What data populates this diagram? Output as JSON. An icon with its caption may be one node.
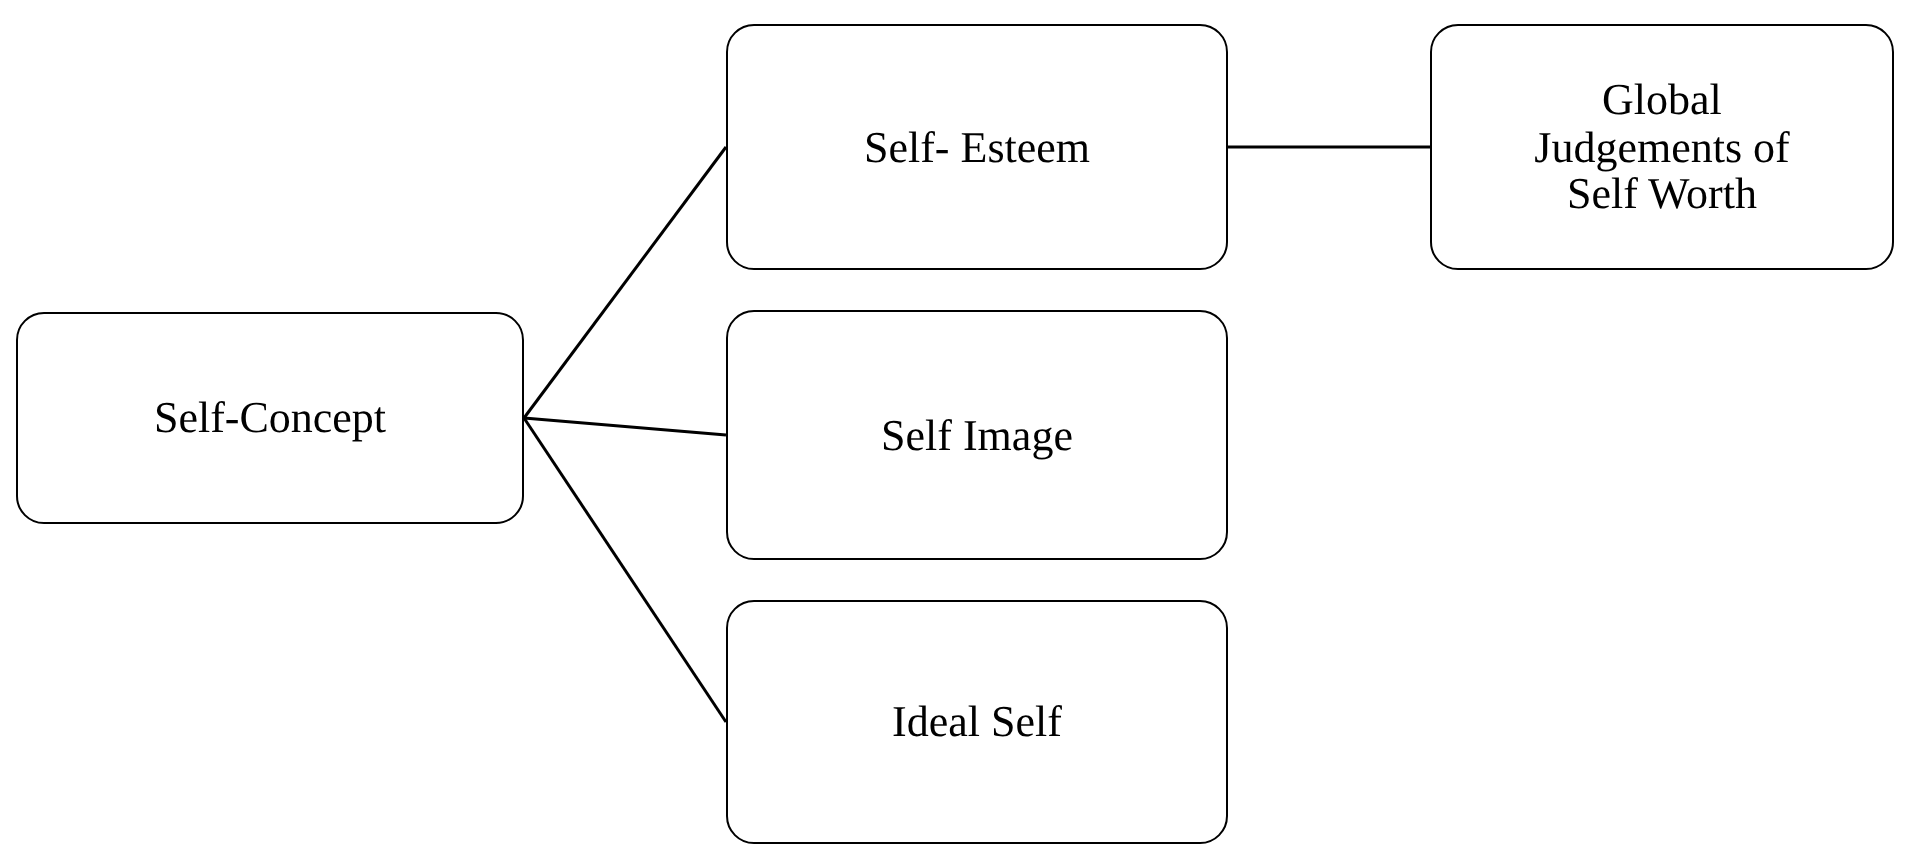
{
  "diagram": {
    "nodes": [
      {
        "text": [
          "Self-Concept"
        ]
      },
      {
        "text": [
          "Self- Esteem"
        ]
      },
      {
        "text": [
          "Self Image"
        ]
      },
      {
        "text": [
          "Ideal Self"
        ]
      },
      {
        "text": [
          "Global Judgements of Self Worth"
        ]
      }
    ],
    "edges": [
      {
        "from": 0,
        "to": 1,
        "arrow": "none"
      },
      {
        "from": 0,
        "to": 2,
        "arrow": "none"
      },
      {
        "from": 0,
        "to": 3,
        "arrow": "none"
      },
      {
        "from": 1,
        "to": 4,
        "arrow": "none"
      }
    ]
  }
}
